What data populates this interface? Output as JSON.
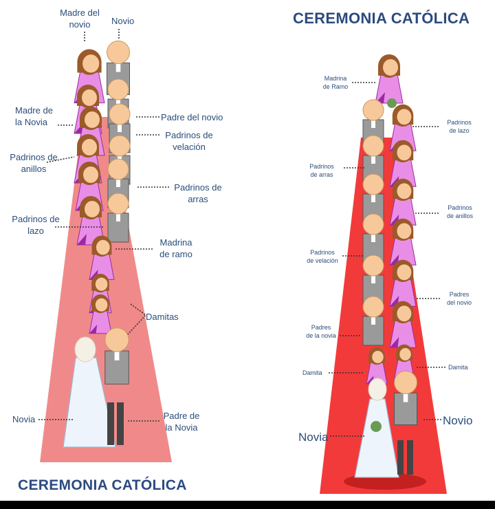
{
  "left": {
    "title": "CEREMONIA CATÓLICA",
    "labels": {
      "madre_novio_1": "Madre del",
      "madre_novio_2": "novio",
      "novio": "Novio",
      "madre_novia_1": "Madre de",
      "madre_novia_2": "la Novia",
      "padre_novio": "Padre del novio",
      "padrinos_velacion_1": "Padrinos de",
      "padrinos_velacion_2": "velación",
      "padrinos_anillos_1": "Padrinos de",
      "padrinos_anillos_2": "anillos",
      "padrinos_arras_1": "Padrinos de",
      "padrinos_arras_2": "arras",
      "padrinos_lazo_1": "Padrinos de",
      "padrinos_lazo_2": "lazo",
      "madrina_ramo_1": "Madrina",
      "madrina_ramo_2": "de ramo",
      "damitas": "Damitas",
      "novia": "Novia",
      "padre_novia_1": "Padre de",
      "padre_novia_2": "la Novia"
    }
  },
  "right": {
    "title": "CEREMONIA CATÓLICA",
    "labels": {
      "madrina_ramo_1": "Madrina",
      "madrina_ramo_2": "de Ramo",
      "padrinos_lazo_1": "Padrinos",
      "padrinos_lazo_2": "de lazo",
      "padrinos_arras_1": "Padrinos",
      "padrinos_arras_2": "de arras",
      "padrinos_anillos_1": "Padrinos",
      "padrinos_anillos_2": "de anillos",
      "padrinos_velacion_1": "Padrinos",
      "padrinos_velacion_2": "de velación",
      "padres_novio_1": "Padres",
      "padres_novio_2": "del novio",
      "padres_novia_1": "Padres",
      "padres_novia_2": "de la novia",
      "damita_left": "Damita",
      "damita_right": "Damita",
      "novio": "Novio",
      "novia": "Novia"
    }
  },
  "colors": {
    "aisle": "#f08a8a",
    "aisle_right": "#f33a3a",
    "skin": "#f7c99a",
    "hair": "#9b5a2a",
    "dress": "#e98ee6",
    "dress_dark": "#9a2aa2",
    "suit": "#9a9a9a",
    "label": "#2a4d7a",
    "title": "#2c4a80"
  }
}
